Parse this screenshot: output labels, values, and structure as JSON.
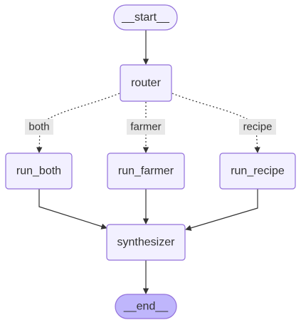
{
  "diagram": {
    "nodes": {
      "start": {
        "label": "__start__"
      },
      "router": {
        "label": "router"
      },
      "run_both": {
        "label": "run_both"
      },
      "run_farmer": {
        "label": "run_farmer"
      },
      "run_recipe": {
        "label": "run_recipe"
      },
      "synthesizer": {
        "label": "synthesizer"
      },
      "end": {
        "label": "__end__"
      }
    },
    "edge_labels": {
      "both": "both",
      "farmer": "farmer",
      "recipe": "recipe"
    },
    "colors": {
      "node_fill": "#f2f0ff",
      "node_stroke": "#9370db",
      "end_fill": "#bfb6fc",
      "edge": "#333333",
      "edge_label_bg": "#e8e8e8"
    }
  }
}
